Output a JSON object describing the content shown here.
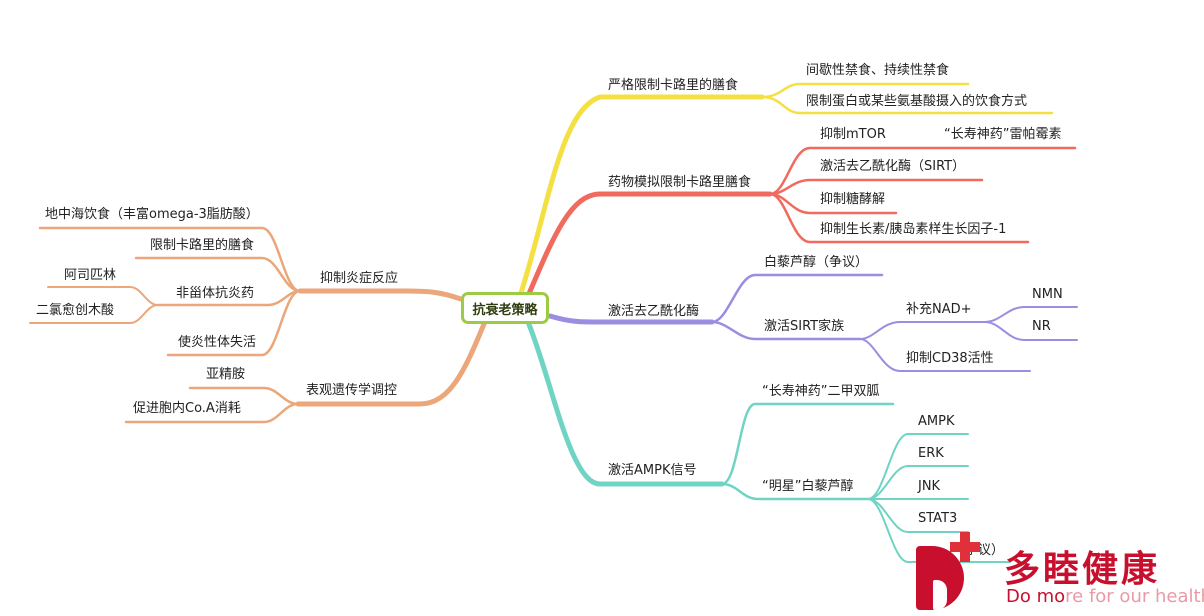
{
  "root": {
    "label": "抗衰老策略"
  },
  "branches": {
    "calorie": {
      "label": "严格限制卡路里的膳食",
      "color": "#f5e043",
      "children": [
        "间歇性禁食、持续性禁食",
        "限制蛋白或某些氨基酸摄入的饮食方式"
      ]
    },
    "drug": {
      "label": "药物模拟限制卡路里膳食",
      "color": "#f06a5e",
      "children": [
        "抑制mTOR",
        "激活去乙酰化酶（SIRT）",
        "抑制糖酵解",
        "抑制生长素/胰岛素样生长因子-1"
      ],
      "mtor_child": "“长寿神药”雷帕霉素"
    },
    "sirt": {
      "label": "激活去乙酰化酶",
      "color": "#9a8ee0",
      "children": [
        "白藜芦醇（争议）",
        "激活SIRT家族"
      ],
      "family_children": [
        "补充NAD+",
        "抑制CD38活性"
      ],
      "nad_children": [
        "NMN",
        "NR"
      ]
    },
    "ampk": {
      "label": "激活AMPK信号",
      "color": "#6fd4c4",
      "children": [
        "“长寿神药”二甲双胍",
        "“明星”白藜芦醇"
      ],
      "resveratrol_children": [
        "AMPK",
        "ERK",
        "JNK",
        "STAT3",
        "（争议）"
      ]
    },
    "inflammation": {
      "label": "抑制炎症反应",
      "color": "#eba67a",
      "children": [
        "地中海饮食（丰富omega-3脂肪酸）",
        "限制卡路里的膳食",
        "非甾体抗炎药",
        "使炎性体失活"
      ],
      "nsaid_children": [
        "阿司匹林",
        "二氯愈创木酸"
      ]
    },
    "epigenetic": {
      "label": "表观遗传学调控",
      "color": "#eba67a",
      "children": [
        "亚精胺",
        "促进胞内Co.A消耗"
      ]
    }
  },
  "watermark": {
    "cn": "多睦健康",
    "en_strong": "Do mo",
    "en_light": "re for our health"
  }
}
